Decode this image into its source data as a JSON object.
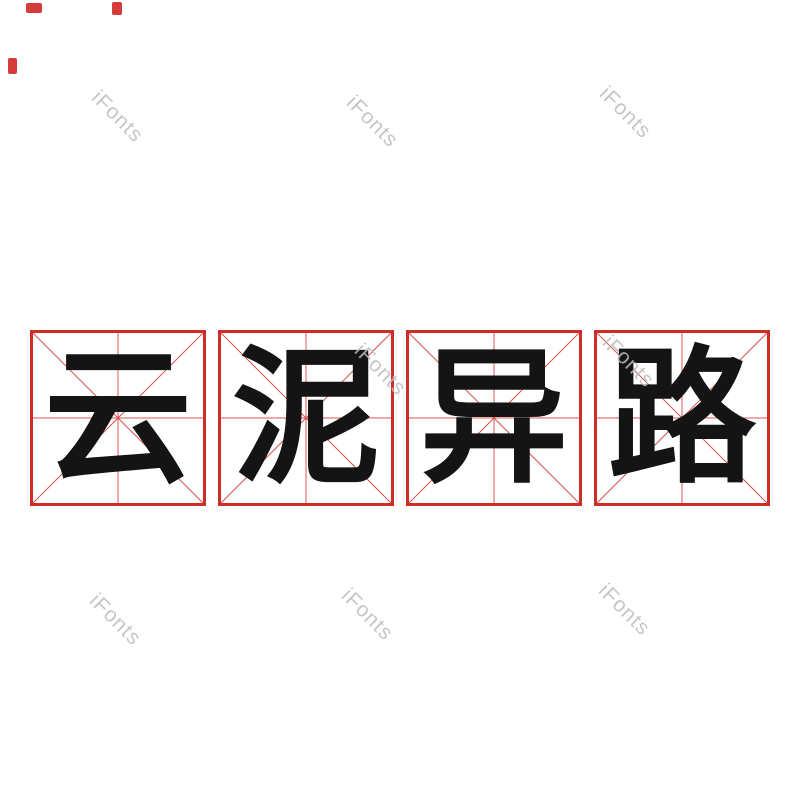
{
  "phrase": {
    "text": "云泥异路"
  },
  "squares": [
    {
      "char": "云"
    },
    {
      "char": "泥"
    },
    {
      "char": "异"
    },
    {
      "char": "路"
    }
  ],
  "watermark": {
    "text": "iFonts"
  },
  "colors": {
    "grid_red": "#cf2b27",
    "ink": "#141414",
    "watermark_gray": "#bdbdbd",
    "background": "#ffffff"
  }
}
